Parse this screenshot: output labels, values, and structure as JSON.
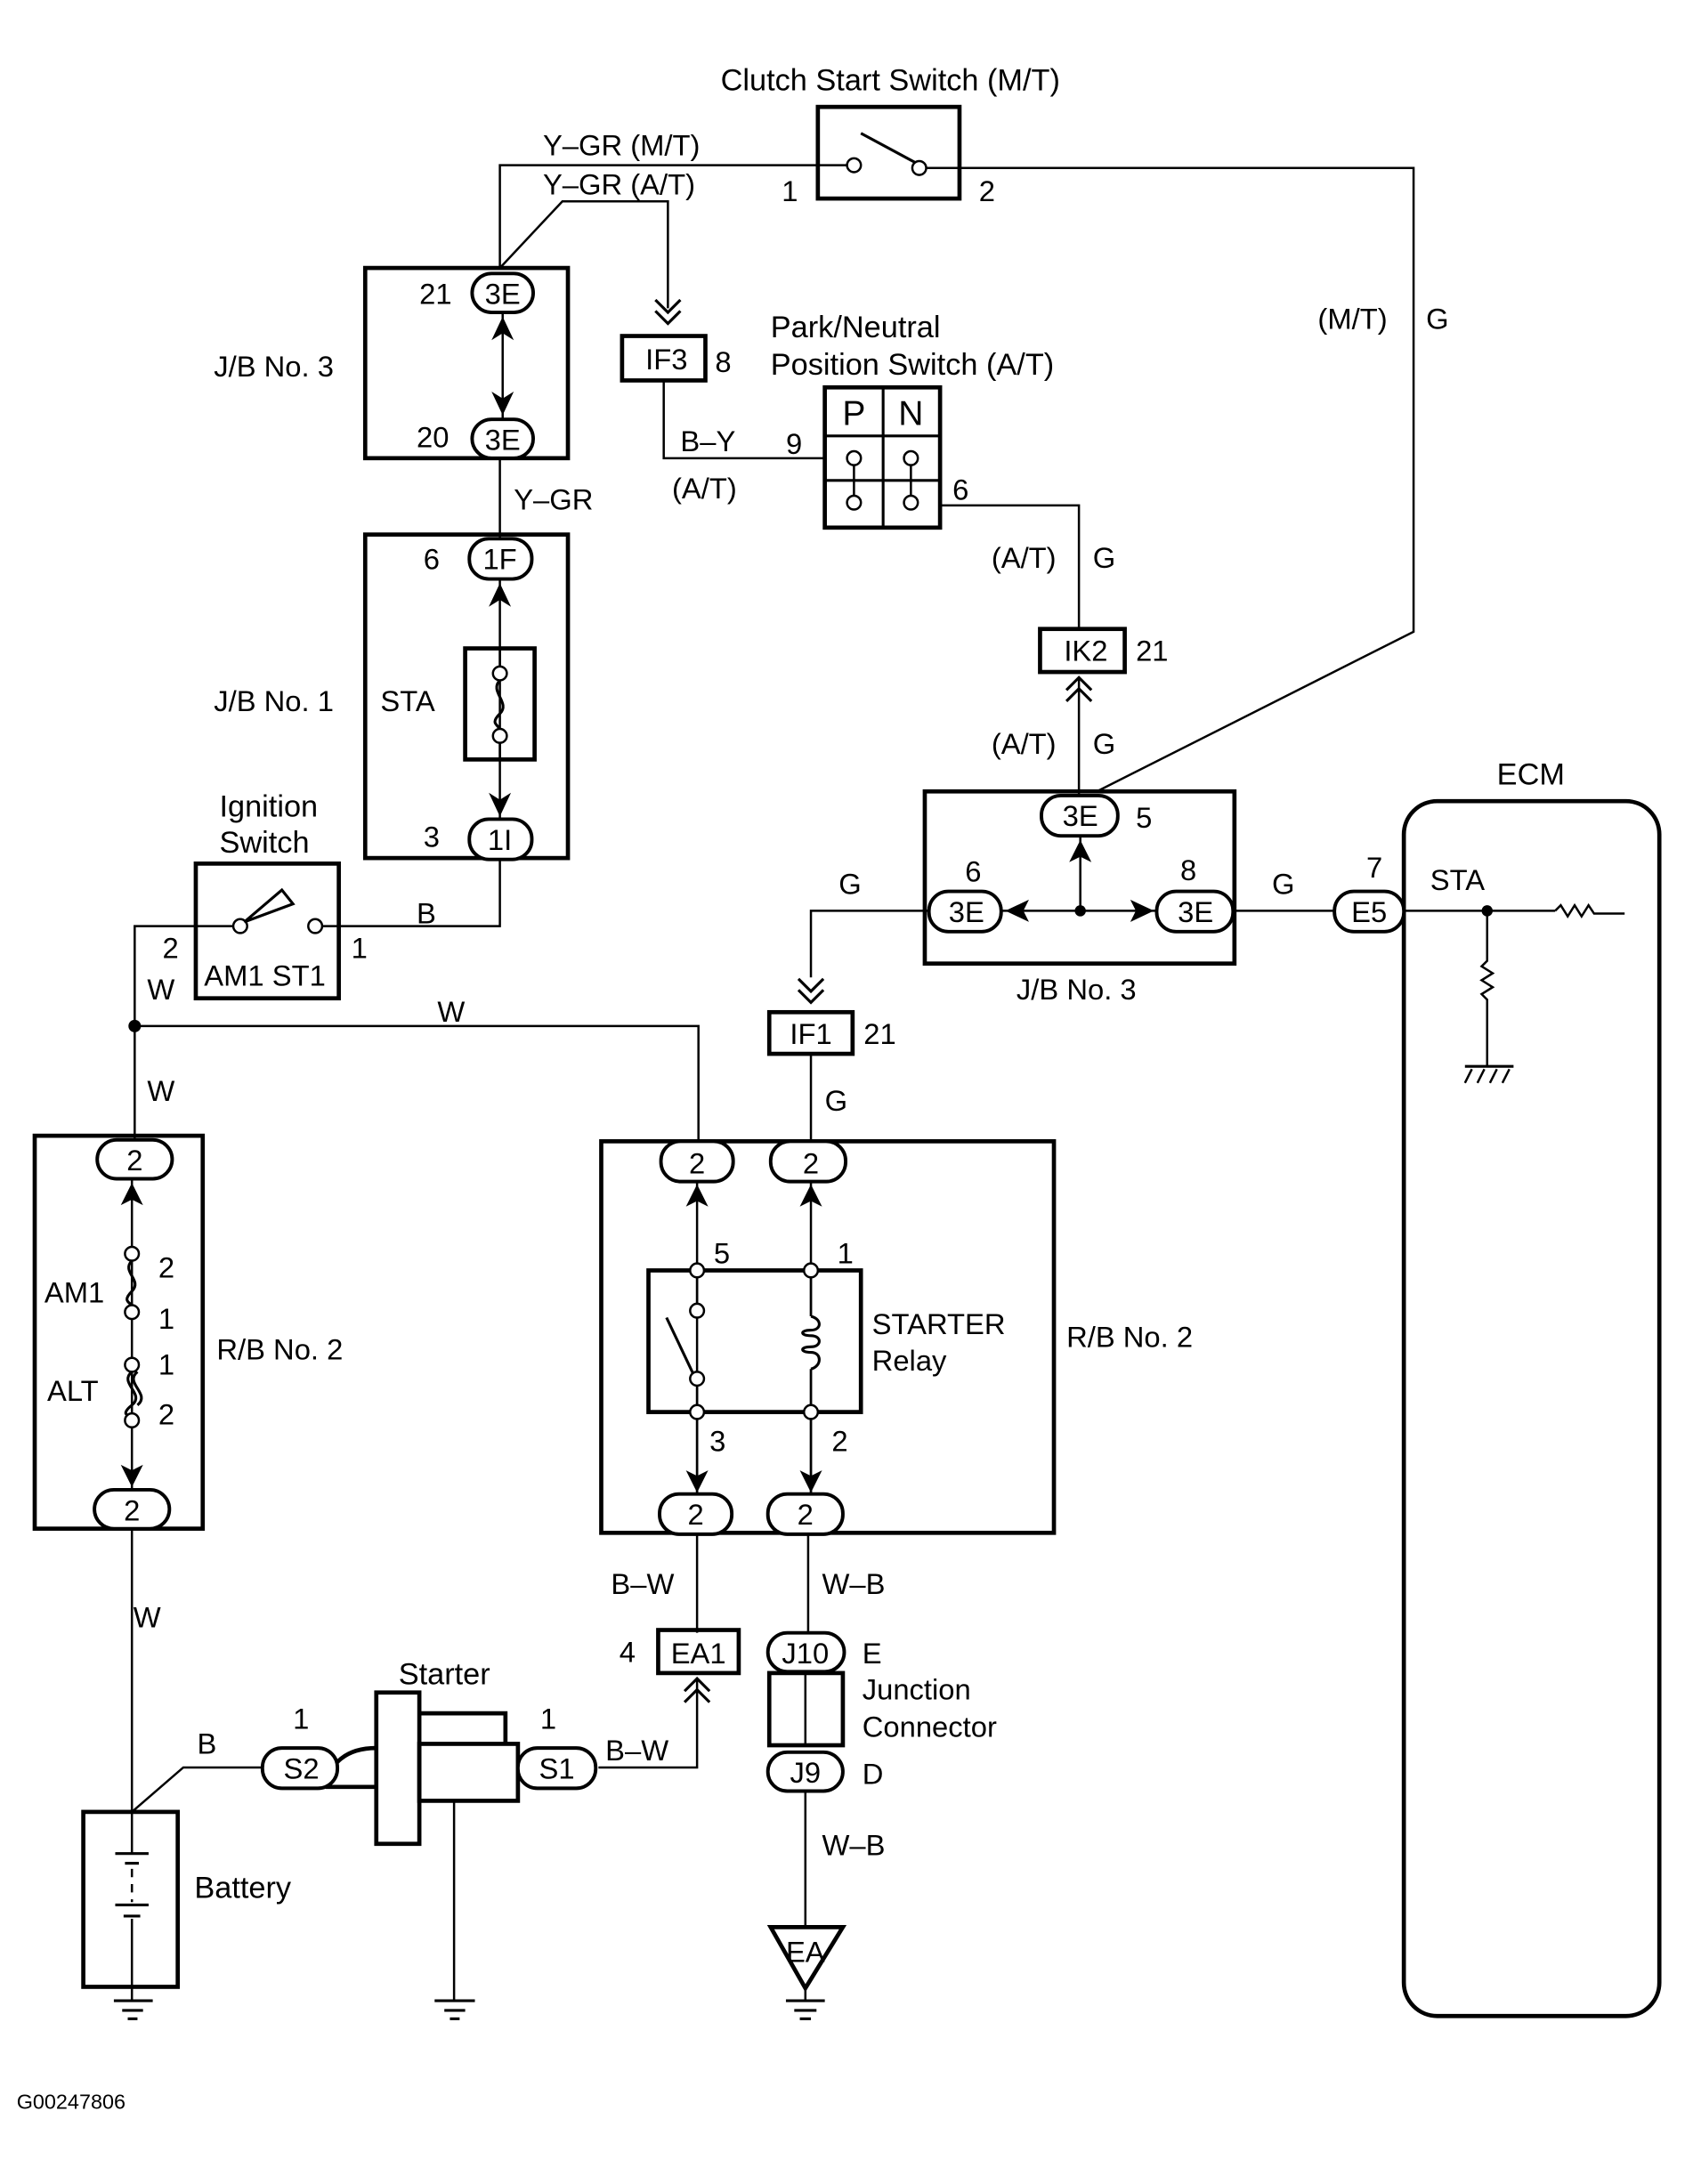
{
  "figure_id": "G00247806",
  "components": {
    "clutch_start_switch": {
      "title": "Clutch Start Switch (M/T)",
      "pin_left": "1",
      "pin_right": "2"
    },
    "park_neutral_switch": {
      "title_line1": "Park/Neutral",
      "title_line2": "Position Switch (A/T)",
      "col_p": "P",
      "col_n": "N",
      "pin_in": "9",
      "pin_out": "6"
    },
    "jb3_top": {
      "label": "J/B No. 3",
      "conn_top": "3E",
      "pin_top": "21",
      "conn_bottom": "3E",
      "pin_bottom": "20"
    },
    "jb1": {
      "label": "J/B No. 1",
      "fuse": "STA",
      "conn_top": "1F",
      "pin_top": "6",
      "conn_bottom": "1I",
      "pin_bottom": "3"
    },
    "ignition_switch": {
      "title_line1": "Ignition",
      "title_line2": "Switch",
      "terminals": "AM1 ST1",
      "pin_left": "2",
      "pin_right": "1"
    },
    "jb3_right": {
      "label": "J/B No. 3",
      "conn_top": "3E",
      "pin_top": "5",
      "conn_left": "3E",
      "pin_left": "6",
      "conn_right": "3E",
      "pin_right": "8"
    },
    "ecm": {
      "title": "ECM",
      "terminal": "STA",
      "conn": "E5",
      "pin": "7"
    },
    "rb2_left": {
      "label": "R/B No. 2",
      "conn_top": "2",
      "conn_bottom": "2",
      "fuse1": "AM1",
      "fuse1_pin_a": "2",
      "fuse1_pin_b": "1",
      "fuse2": "ALT",
      "fuse2_pin_a": "1",
      "fuse2_pin_b": "2"
    },
    "starter_relay": {
      "label": "R/B No. 2",
      "name_line1": "STARTER",
      "name_line2": "Relay",
      "conn_tl": "2",
      "conn_tr": "2",
      "conn_bl": "2",
      "conn_br": "2",
      "pin5": "5",
      "pin1": "1",
      "pin3": "3",
      "pin2": "2"
    },
    "if3": {
      "name": "IF3",
      "pin": "8"
    },
    "ik2": {
      "name": "IK2",
      "pin": "21"
    },
    "if1": {
      "name": "IF1",
      "pin": "21"
    },
    "ea1": {
      "name": "EA1",
      "pin": "4"
    },
    "junction_connector": {
      "top": "J10",
      "top_pin": "E",
      "bottom": "J9",
      "bottom_pin": "D",
      "label_line1": "Junction",
      "label_line2": "Connector"
    },
    "starter": {
      "title": "Starter",
      "s2": "S2",
      "s2_pin": "1",
      "s1": "S1",
      "s1_pin": "1"
    },
    "battery": {
      "label": "Battery"
    },
    "ground_ea": {
      "label": "EA"
    }
  },
  "wires": {
    "ygr_mt": "Y–GR (M/T)",
    "ygr_at": "Y–GR (A/T)",
    "ygr": "Y–GR",
    "by": "B–Y",
    "at_1": "(A/T)",
    "at_2": "(A/T)",
    "at_3": "(A/T)",
    "mt": "(M/T)",
    "g_mt": "G",
    "g_at1": "G",
    "g_at2": "G",
    "g_if1": "G",
    "g_left": "G",
    "g_ecm": "G",
    "b_ign": "B",
    "w_ign": "W",
    "w_bus": "W",
    "w_rb": "W",
    "w_batt": "W",
    "bw_relay": "B–W",
    "bw_s1": "B–W",
    "wb_relay": "W–B",
    "wb_gnd": "W–B",
    "b_batt": "B"
  }
}
